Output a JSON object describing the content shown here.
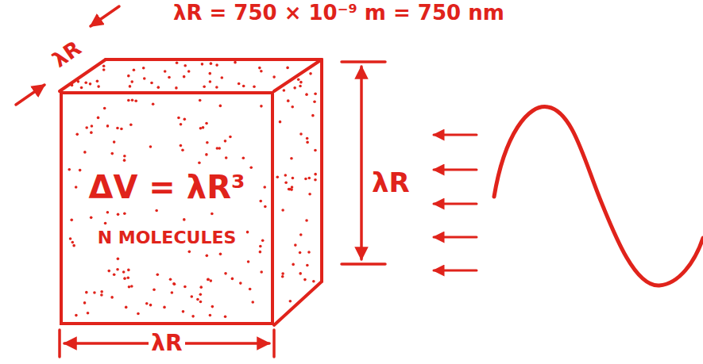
{
  "diagram": {
    "nodes": [
      {
        "text": [
          "ΔV = λR³",
          "N MOLECULES"
        ]
      }
    ],
    "labels": [
      "λR = 750 × 10⁻⁹ m = 750 nm",
      "λR",
      "λR",
      "λR"
    ]
  }
}
